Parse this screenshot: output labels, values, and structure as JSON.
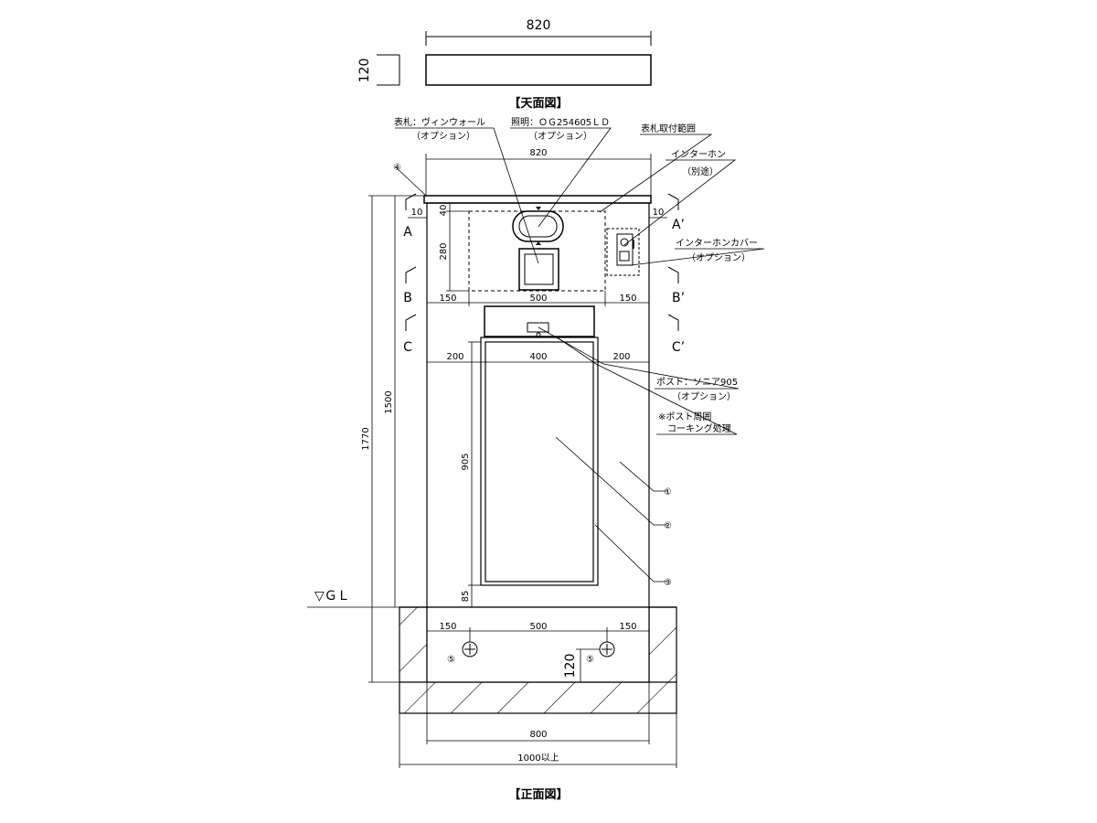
{
  "top_view": {
    "title": "【天面図】",
    "width_dim": "820",
    "height_dim": "120"
  },
  "front_view": {
    "title": "【正面図】",
    "callouts": {
      "nameplate": "表札：ヴィンウォール",
      "nameplate_option": "（オプション）",
      "lighting": "照明：ＯＧ254605ＬＤ",
      "lighting_option": "（オプション）",
      "nameplate_range": "表札取付範囲",
      "intercom": "インターホン",
      "intercom_note": "（別途）",
      "intercom_cover": "インターホンカバー",
      "intercom_cover_option": "（オプション）",
      "post": "ポスト：ソニア905",
      "post_option": "（オプション）",
      "caulking_1": "※ポスト周囲",
      "caulking_2": "コーキング処理"
    },
    "markers": {
      "m1": "①",
      "m2": "②",
      "m3": "③",
      "m4": "④",
      "m5a": "⑤",
      "m5b": "⑤"
    },
    "sections": {
      "a": "A",
      "a2": "A’",
      "b": "B",
      "b2": "B’",
      "c": "C",
      "c2": "C’"
    },
    "ground_label": "▽ＧＬ",
    "dims": {
      "top_width": "820",
      "edge_left": "10",
      "edge_right": "10",
      "gap_40": "40",
      "range_280": "280",
      "upper_150_left": "150",
      "upper_500": "500",
      "upper_150_right": "150",
      "post_200_left": "200",
      "post_400": "400",
      "post_200_right": "200",
      "height_1770": "1770",
      "height_1500": "1500",
      "door_905": "905",
      "bottom_85": "85",
      "base_150_left": "150",
      "base_500": "500",
      "base_150_right": "150",
      "base_120": "120",
      "width_800": "800",
      "width_1000": "1000以上"
    }
  }
}
